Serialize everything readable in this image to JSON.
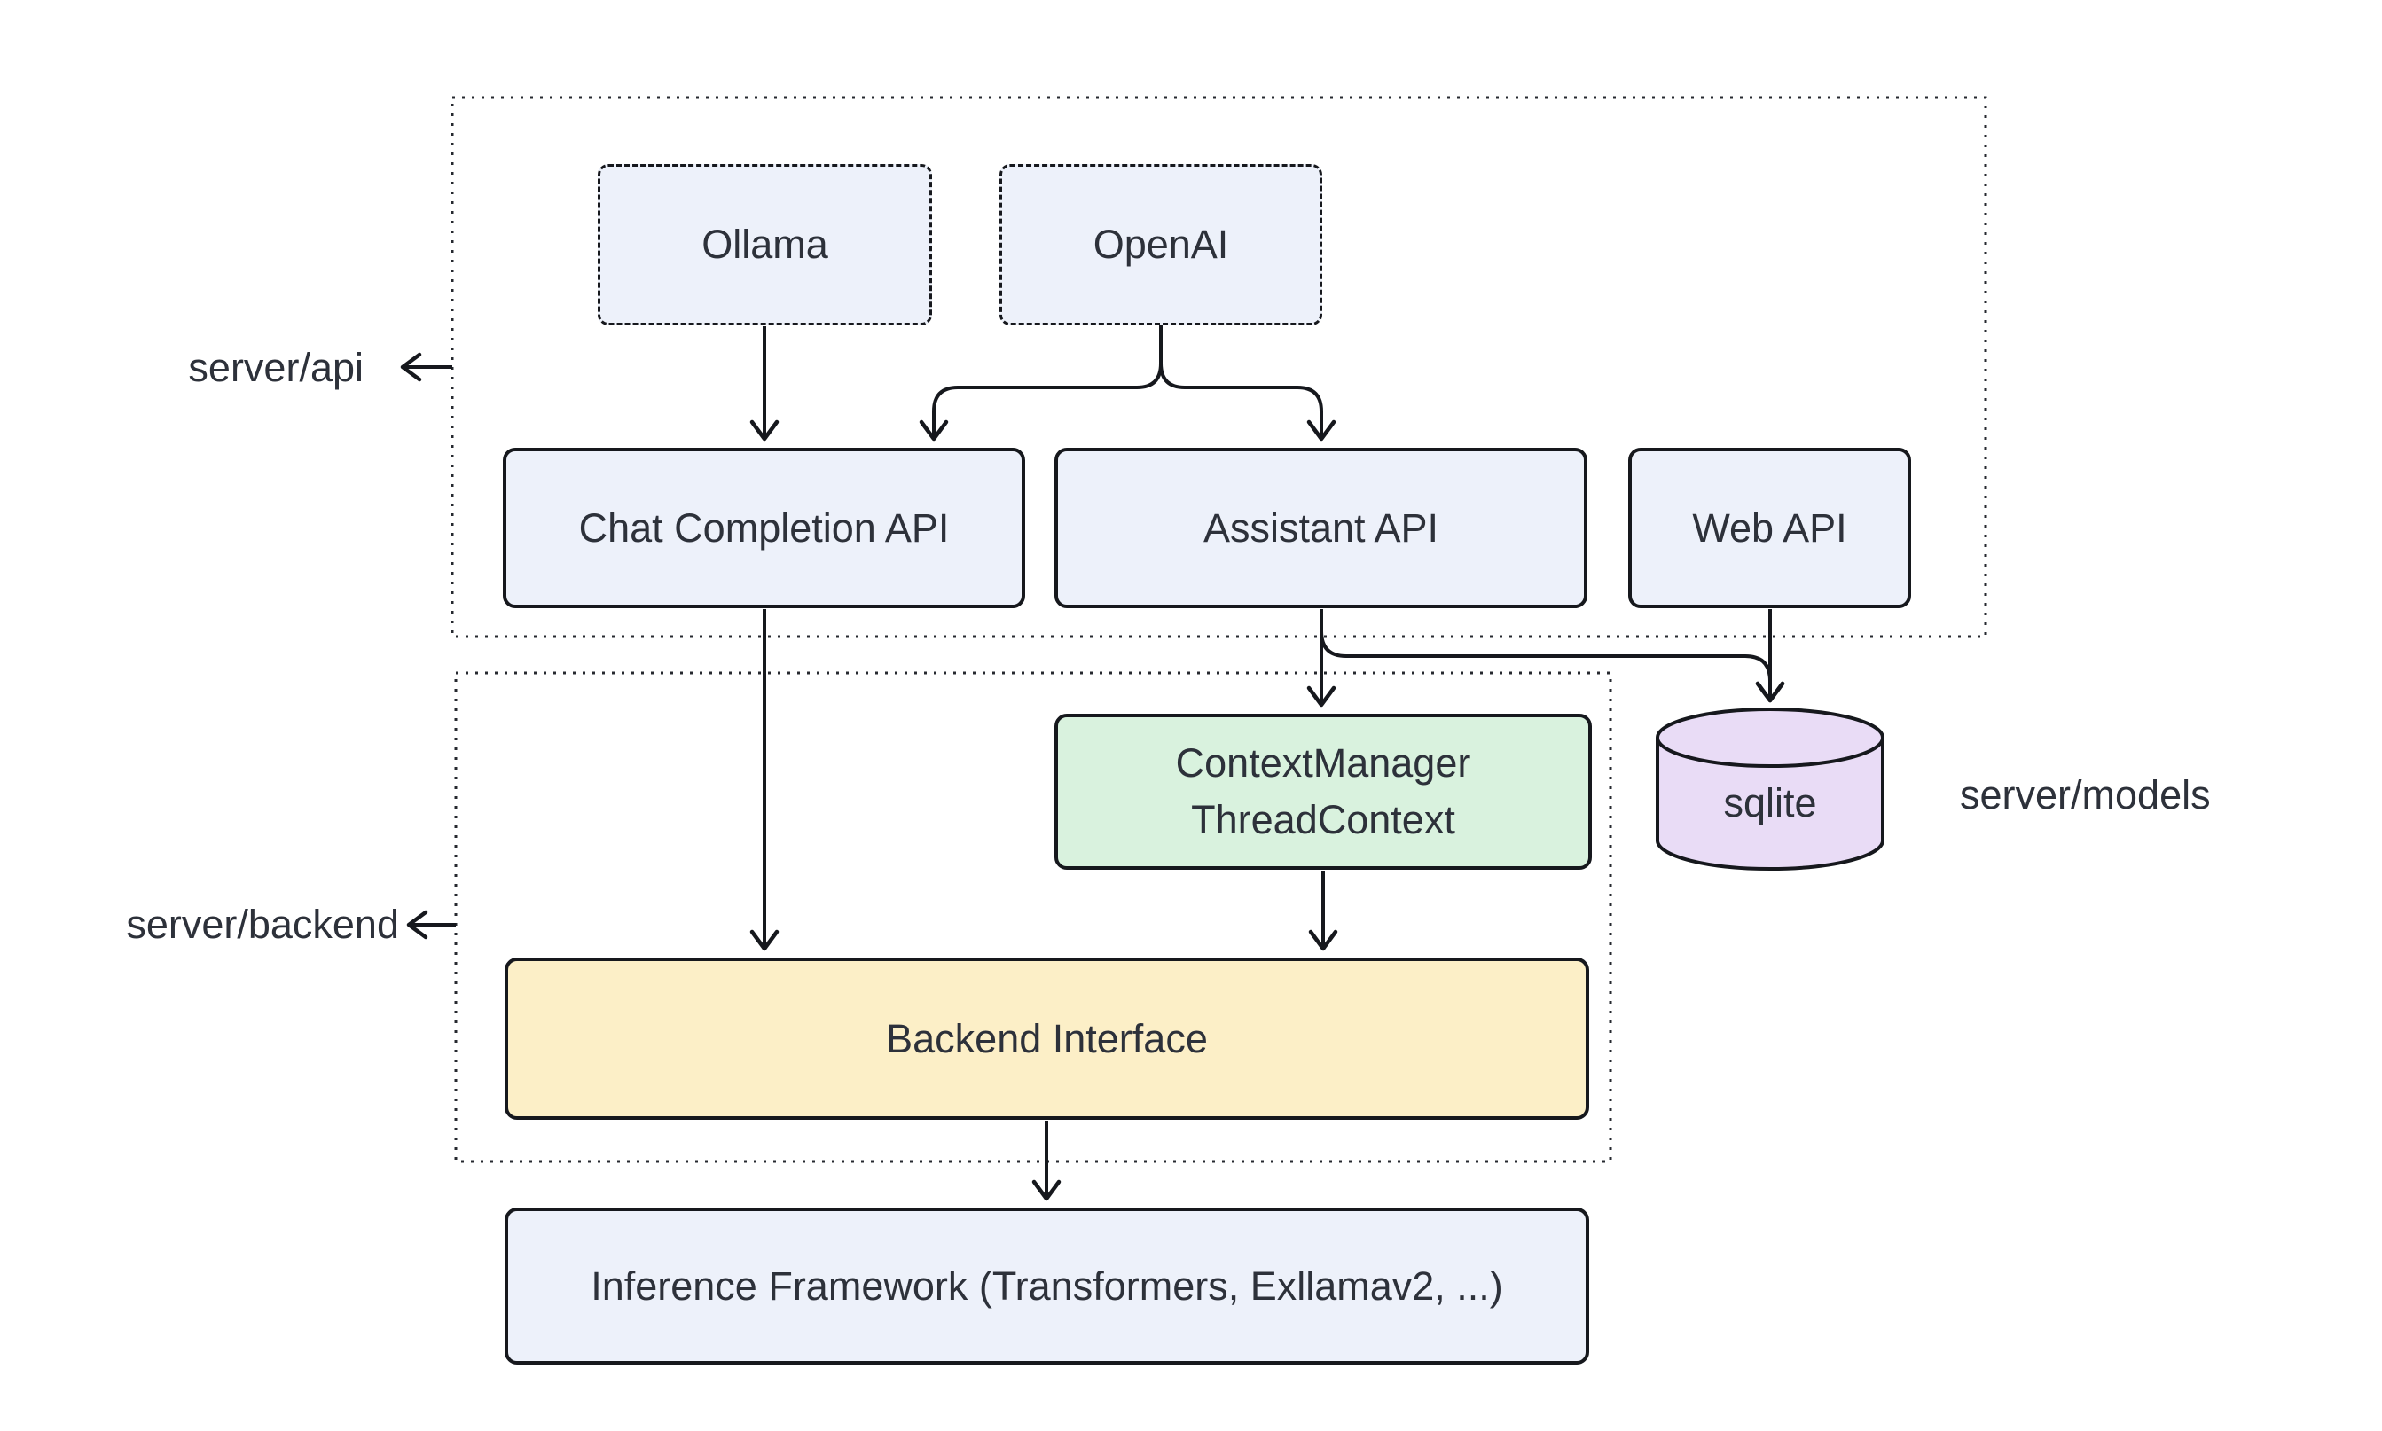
{
  "diagram": {
    "groups": {
      "server_api": {
        "label": "server/api"
      },
      "server_backend": {
        "label": "server/backend"
      },
      "server_models": {
        "label": "server/models"
      }
    },
    "nodes": {
      "ollama": {
        "label": "Ollama"
      },
      "openai": {
        "label": "OpenAI"
      },
      "chat_completion_api": {
        "label": "Chat Completion API"
      },
      "assistant_api": {
        "label": "Assistant API"
      },
      "web_api": {
        "label": "Web API"
      },
      "context_manager": {
        "line1": "ContextManager",
        "line2": "ThreadContext"
      },
      "sqlite": {
        "label": "sqlite"
      },
      "backend_interface": {
        "label": "Backend Interface"
      },
      "inference_framework": {
        "label": "Inference Framework (Transformers, Exllamav2, ...)"
      }
    },
    "edges": [
      {
        "from": "ollama",
        "to": "chat_completion_api"
      },
      {
        "from": "openai",
        "to": "chat_completion_api"
      },
      {
        "from": "openai",
        "to": "assistant_api"
      },
      {
        "from": "chat_completion_api",
        "to": "backend_interface"
      },
      {
        "from": "assistant_api",
        "to": "context_manager"
      },
      {
        "from": "assistant_api",
        "to": "sqlite"
      },
      {
        "from": "web_api",
        "to": "sqlite"
      },
      {
        "from": "context_manager",
        "to": "backend_interface"
      },
      {
        "from": "backend_interface",
        "to": "inference_framework"
      }
    ],
    "colors": {
      "node_fill_blue": "#edf1fa",
      "node_fill_green": "#d9f2de",
      "node_fill_yellow": "#fcefc7",
      "node_fill_purple": "#e9dcf6",
      "stroke": "#16181d",
      "group_stroke": "#26292f",
      "text": "#2d313a",
      "background": "#ffffff"
    }
  }
}
